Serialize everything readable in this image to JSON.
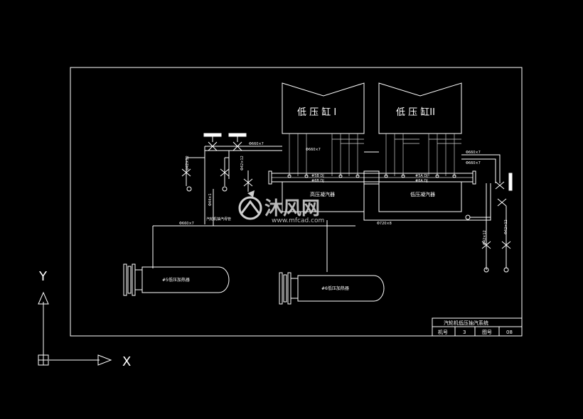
{
  "cylinders": [
    {
      "label": "低 压 缸 I"
    },
    {
      "label": "低 压 缸II"
    }
  ],
  "condensers": [
    {
      "label": "高压凝汽器"
    },
    {
      "label": "低压凝汽器"
    }
  ],
  "heaters": [
    {
      "label": "#5低压加热器"
    },
    {
      "label": "#6低压加热器"
    }
  ],
  "pipe_labels": {
    "p1": "Φ660×7",
    "p2": "Φ660×7",
    "p3": "Φ660×7",
    "p4": "Φ660×7",
    "p5": "Φ660×7",
    "p6": "Φ720×8",
    "v1": "Φ42×12",
    "v2": "Φ42×12",
    "v3": "Φ42×12",
    "v4": "Φ42×12",
    "v5": "Φ44×1",
    "dj1": "#5B DJ",
    "dj2": "#5A DJ",
    "dj3": "#6B DJ",
    "dj4": "#6A DJ",
    "note1": "汽轮机抽汽母管"
  },
  "title_block": {
    "title": "汽轮机低压抽汽系统",
    "machine_label": "机号",
    "machine_value": "3",
    "drawing_label": "图号",
    "drawing_value": "08"
  },
  "axes": {
    "x": "X",
    "y": "Y"
  },
  "watermark": {
    "brand": "沐风网",
    "url": "www.mfcad.com"
  }
}
